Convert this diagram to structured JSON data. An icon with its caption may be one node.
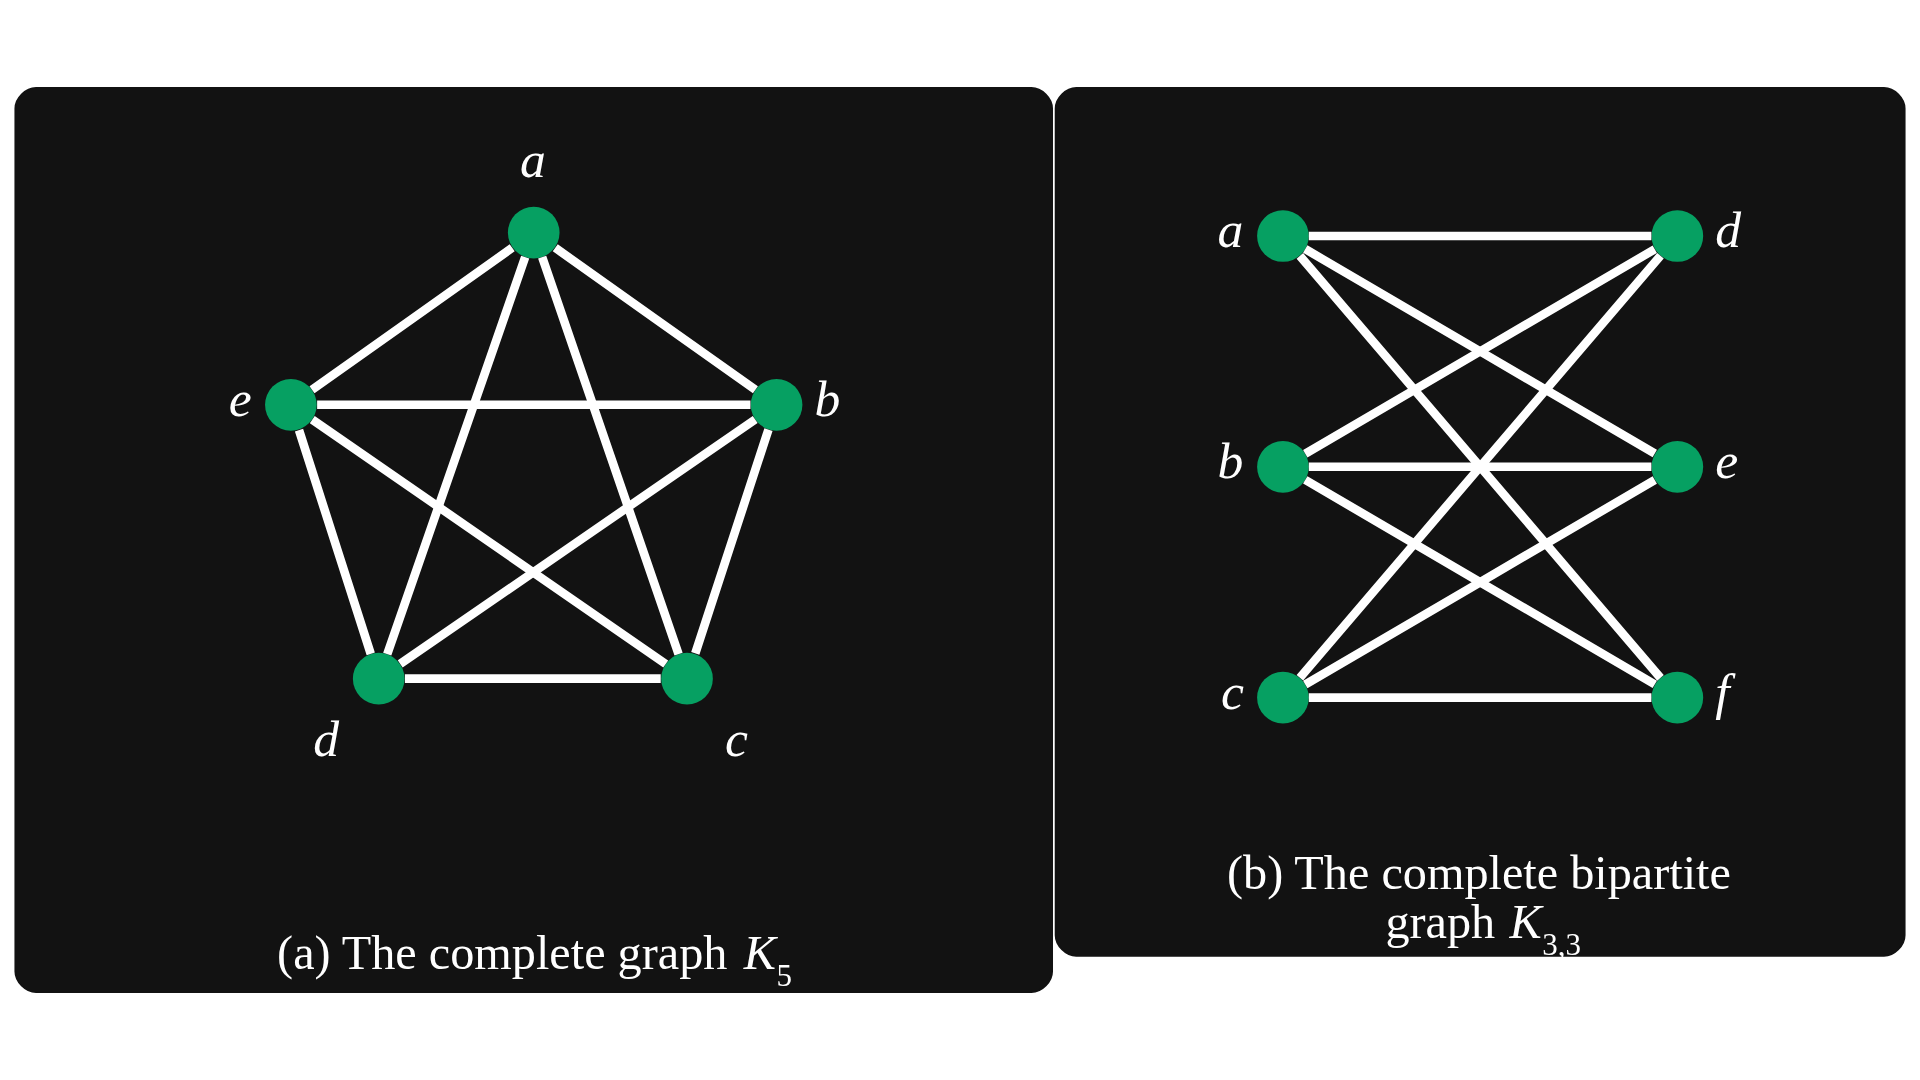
{
  "diagram": {
    "nodes": [
      {
        "text": [
          "(a) The complete graph *K*$_{5}$"
        ]
      },
      {
        "text": [],
        "shape": "circle",
        "beside": [
          "a"
        ],
        "in": 0
      },
      {
        "text": [],
        "shape": "circle",
        "beside": [
          "b"
        ],
        "in": 0
      },
      {
        "text": [],
        "shape": "circle",
        "beside": [
          "c"
        ],
        "in": 0
      },
      {
        "text": [],
        "shape": "circle",
        "beside": [
          "d"
        ],
        "in": 0
      },
      {
        "text": [],
        "shape": "circle",
        "beside": [
          "e"
        ],
        "in": 0
      },
      {
        "text": [
          "(b) The complete bipartite graph *K*$_{3,3}$"
        ]
      },
      {
        "text": [],
        "shape": "circle",
        "beside": [
          "a"
        ],
        "in": 6
      },
      {
        "text": [],
        "shape": "circle",
        "beside": [
          "b"
        ],
        "in": 6
      },
      {
        "text": [],
        "shape": "circle",
        "beside": [
          "c"
        ],
        "in": 6
      },
      {
        "text": [],
        "shape": "circle",
        "beside": [
          "d"
        ],
        "in": 6
      },
      {
        "text": [],
        "shape": "circle",
        "beside": [
          "e"
        ],
        "in": 6
      },
      {
        "text": [],
        "shape": "circle",
        "beside": [
          "f"
        ],
        "in": 6
      }
    ],
    "edges": [
      {
        "from": 1,
        "to": 2,
        "arrow": "none"
      },
      {
        "from": 1,
        "to": 3,
        "arrow": "none"
      },
      {
        "from": 1,
        "to": 4,
        "arrow": "none"
      },
      {
        "from": 1,
        "to": 5,
        "arrow": "none"
      },
      {
        "from": 2,
        "to": 3,
        "arrow": "none"
      },
      {
        "from": 2,
        "to": 4,
        "arrow": "none"
      },
      {
        "from": 2,
        "to": 5,
        "arrow": "none"
      },
      {
        "from": 3,
        "to": 4,
        "arrow": "none"
      },
      {
        "from": 3,
        "to": 5,
        "arrow": "none"
      },
      {
        "from": 4,
        "to": 5,
        "arrow": "none"
      },
      {
        "from": 7,
        "to": 10,
        "arrow": "none"
      },
      {
        "from": 7,
        "to": 11,
        "arrow": "none"
      },
      {
        "from": 7,
        "to": 12,
        "arrow": "none"
      },
      {
        "from": 8,
        "to": 10,
        "arrow": "none"
      },
      {
        "from": 8,
        "to": 11,
        "arrow": "none"
      },
      {
        "from": 8,
        "to": 12,
        "arrow": "none"
      },
      {
        "from": 9,
        "to": 10,
        "arrow": "none"
      },
      {
        "from": 9,
        "to": 11,
        "arrow": "none"
      },
      {
        "from": 9,
        "to": 12,
        "arrow": "none"
      }
    ]
  }
}
